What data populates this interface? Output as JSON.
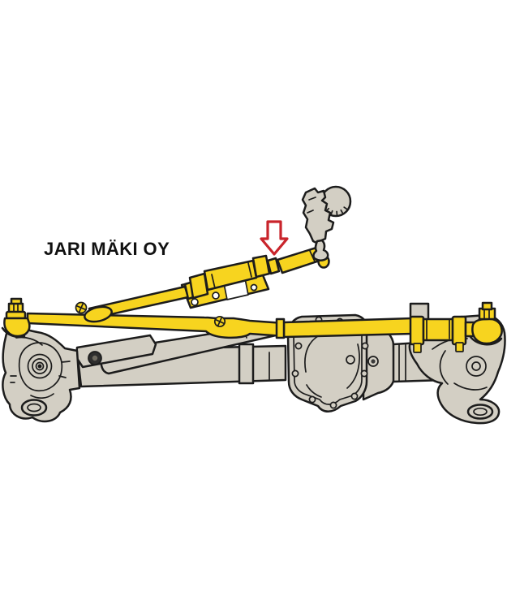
{
  "brand": {
    "label": "JARI MÄKI OY"
  },
  "annotation": {
    "arrow_direction": "down",
    "arrow_target": "drag-link"
  },
  "diagram": {
    "highlighted_parts": [
      "drag-link",
      "drag-link-adjuster-sleeve",
      "steering-damper-bracket",
      "tie-rod",
      "tie-rod-adjuster-sleeve",
      "left-tie-rod-end",
      "right-tie-rod-end",
      "grease-fittings"
    ],
    "metal_parts": [
      "steering-gearbox",
      "pitman-arm",
      "front-axle-tubes",
      "differential-cover",
      "left-steering-knuckle",
      "right-steering-knuckle",
      "track-bar"
    ]
  },
  "colors": {
    "background": "#ffffff",
    "highlight_yellow": "#f7d41f",
    "metal_gray": "#d3cfc4",
    "outline": "#1c1c1c",
    "arrow_red": "#c9242b",
    "text_black": "#111111",
    "bolt_dark": "#2e2e2e"
  }
}
